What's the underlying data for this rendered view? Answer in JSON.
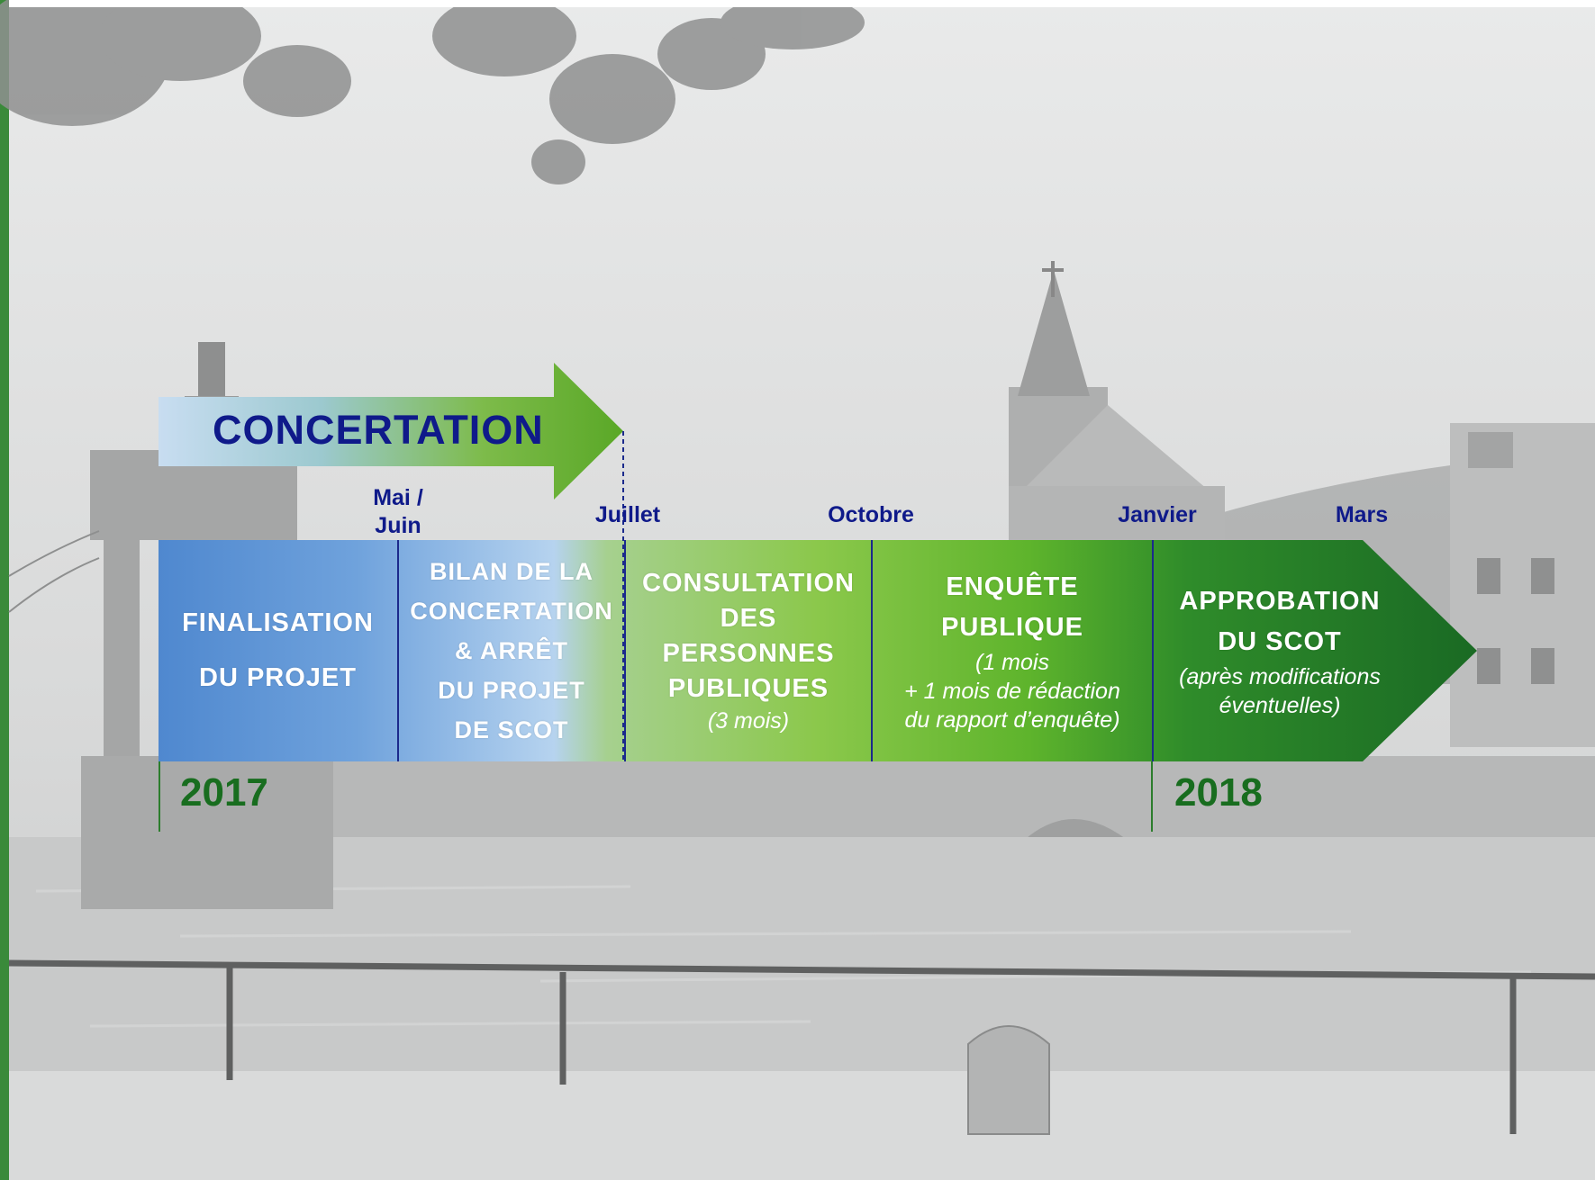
{
  "concertation": {
    "label": "CONCERTATION"
  },
  "months": [
    "Mai /\nJuin",
    "Juillet",
    "Octobre",
    "Janvier",
    "Mars"
  ],
  "phases": [
    {
      "title": "Finalisation\ndu projet",
      "note": ""
    },
    {
      "title": "Bilan de la\nconcertation\n& arrêt\ndu projet\nde SCoT",
      "note": ""
    },
    {
      "title": "Consultation\ndes\npersonnes\npubliques",
      "note": "(3 mois)"
    },
    {
      "title": "Enquête\npublique",
      "note": "(1 mois\n+ 1 mois de rédaction\ndu rapport d’enquête)"
    },
    {
      "title": "Approbation\ndu SCoT",
      "note": "(après modifications\néventuelles)"
    }
  ],
  "years": [
    "2017",
    "2018"
  ],
  "colors": {
    "navy": "#0f1a8a",
    "dark_green": "#186d1f",
    "light_blue": "#a9cbe9",
    "green": "#6db52a"
  }
}
